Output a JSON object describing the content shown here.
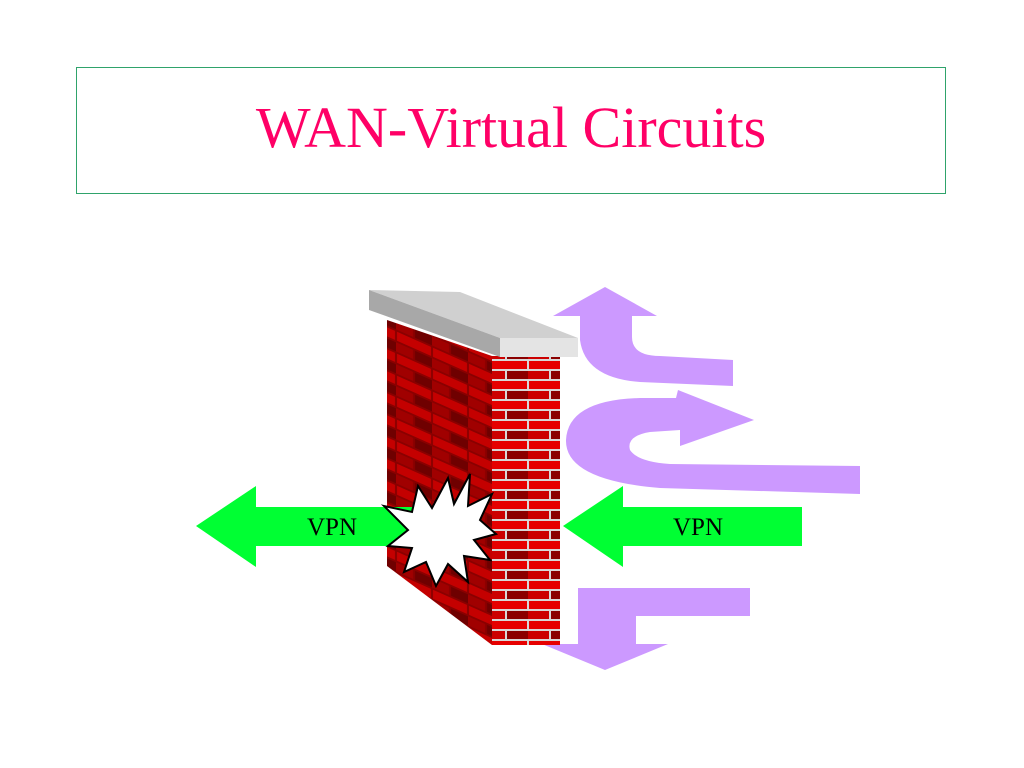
{
  "slide": {
    "title": "WAN-Virtual Circuits",
    "title_color": "#ff0066",
    "border_color": "#2fa36b"
  },
  "diagram": {
    "left_arrow_label": "VPN",
    "right_arrow_label": "VPN",
    "vpn_arrow_color": "#00ff33",
    "traffic_arrow_color": "#cc99ff",
    "brick_color": "#e60000",
    "brick_dark_color": "#800000",
    "mortar_color": "#c0c0c0",
    "wall_cap_color": "#c0c0c0"
  }
}
